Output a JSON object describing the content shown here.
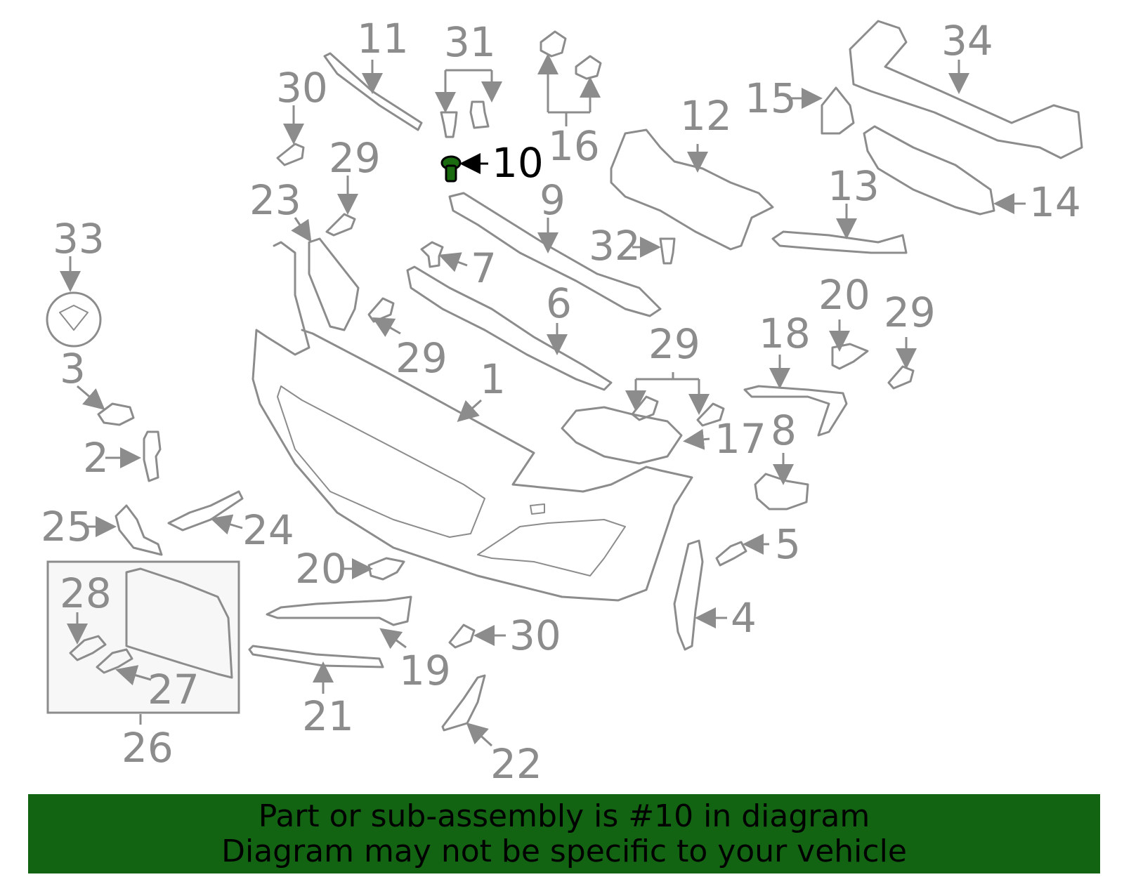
{
  "colors": {
    "part_stroke": "#8c8c8c",
    "highlight_part": "#1a6b10",
    "caption_bg": "#136412",
    "caption_text": "#000000"
  },
  "highlighted_part": "10",
  "callouts": {
    "c1": "1",
    "c2": "2",
    "c3": "3",
    "c4": "4",
    "c5": "5",
    "c6": "6",
    "c7": "7",
    "c8": "8",
    "c9": "9",
    "c10": "10",
    "c11": "11",
    "c12": "12",
    "c13": "13",
    "c14": "14",
    "c15": "15",
    "c16": "16",
    "c17": "17",
    "c18": "18",
    "c19": "19",
    "c20a": "20",
    "c20b": "20",
    "c21": "21",
    "c22": "22",
    "c23": "23",
    "c24": "24",
    "c25": "25",
    "c26": "26",
    "c27": "27",
    "c28": "28",
    "c29a": "29",
    "c29b": "29",
    "c29c": "29",
    "c29d": "29",
    "c30a": "30",
    "c30b": "30",
    "c31": "31",
    "c32": "32",
    "c33": "33",
    "c34": "34"
  },
  "caption": {
    "line1": "Part or sub-assembly is #10 in diagram",
    "line2": "Diagram may not be specific to your vehicle"
  }
}
